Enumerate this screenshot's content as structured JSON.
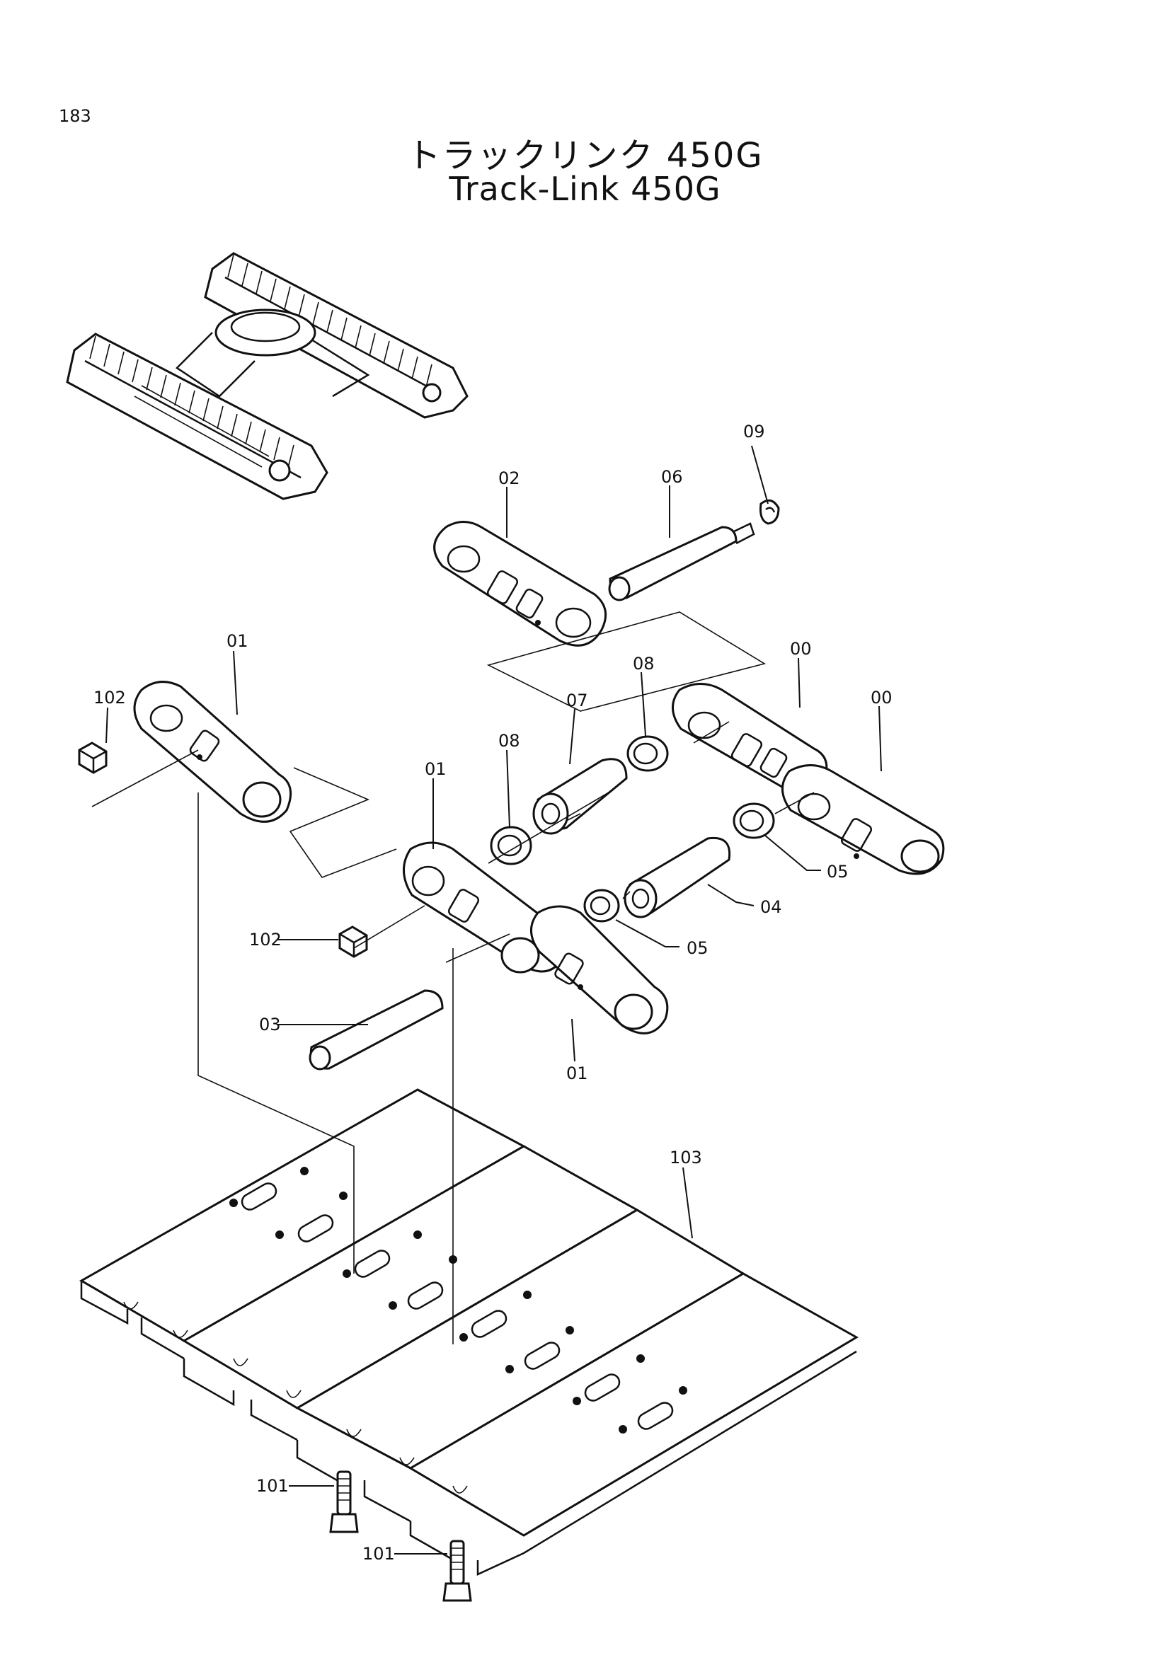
{
  "header": {
    "page_number": "183",
    "title_jp": "トラックリンク 450G",
    "title_en": "Track-Link 450G"
  },
  "callouts": {
    "c09": "09",
    "c06": "06",
    "c02": "02",
    "c01_top": "01",
    "c102_top": "102",
    "c00_a": "00",
    "c00_b": "00",
    "c08_right": "08",
    "c07": "07",
    "c08_left": "08",
    "c01_mid": "01",
    "c05_right": "05",
    "c04": "04",
    "c05_left": "05",
    "c102_mid": "102",
    "c03": "03",
    "c01_bottom": "01",
    "c103": "103",
    "c101_a": "101",
    "c101_b": "101"
  }
}
